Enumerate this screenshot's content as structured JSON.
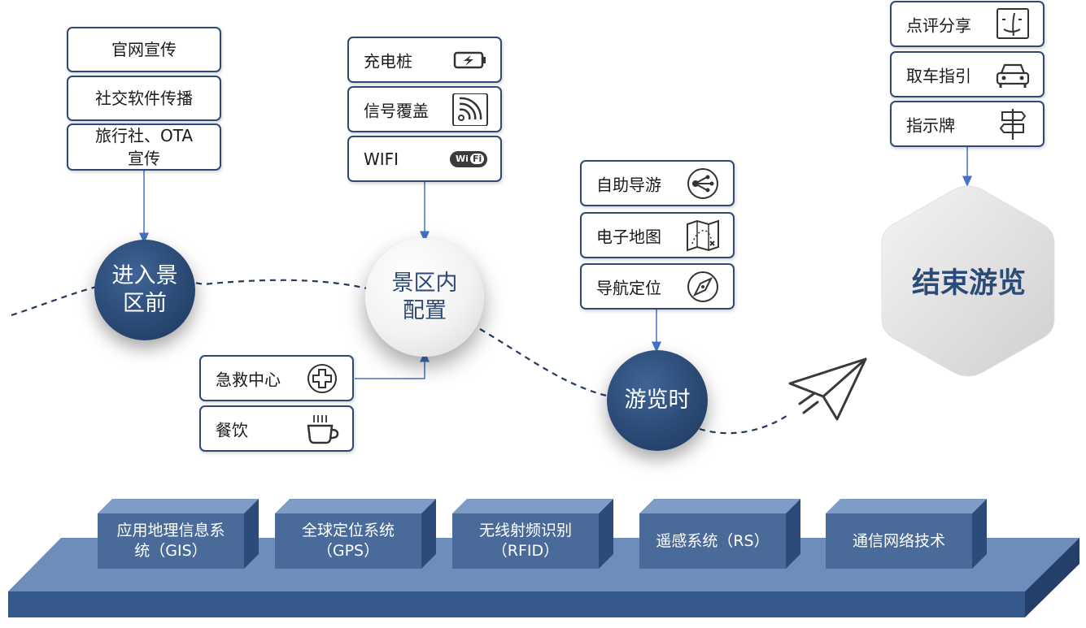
{
  "stages": {
    "before": "进入景\n区前",
    "inside": "景区内\n配置",
    "during": "游览时",
    "end": "结束游览"
  },
  "before_items": [
    "官网宣传",
    "社交软件传播",
    "旅行社、OTA\n宣传"
  ],
  "inside_items": [
    "充电桩",
    "信号覆盖",
    "WIFI"
  ],
  "inside_bottom_items": [
    "急救中心",
    "餐饮"
  ],
  "during_items": [
    "自助导游",
    "电子地图",
    "导航定位"
  ],
  "end_items": [
    "点评分享",
    "取车指引",
    "指示牌"
  ],
  "wifi_badge": {
    "left": "Wi",
    "right": "Fi"
  },
  "technologies": [
    "应用地理信息系\n统（GIS）",
    "全球定位系统\n（GPS）",
    "无线射频识别\n（RFID）",
    "遥感系统（RS）",
    "通信网络技术"
  ],
  "icons": [
    "battery-charge-icon",
    "signal-icon",
    "wifi-badge-icon",
    "first-aid-icon",
    "coffee-cup-icon",
    "guide-icon",
    "map-icon",
    "compass-icon",
    "review-icon",
    "car-icon",
    "signpost-icon",
    "paper-plane-icon"
  ],
  "colors": {
    "primary": "#2e4a72",
    "platform_top": "#6e8dba",
    "platform_front": "#35598a",
    "block_front": "#4a6b99"
  }
}
